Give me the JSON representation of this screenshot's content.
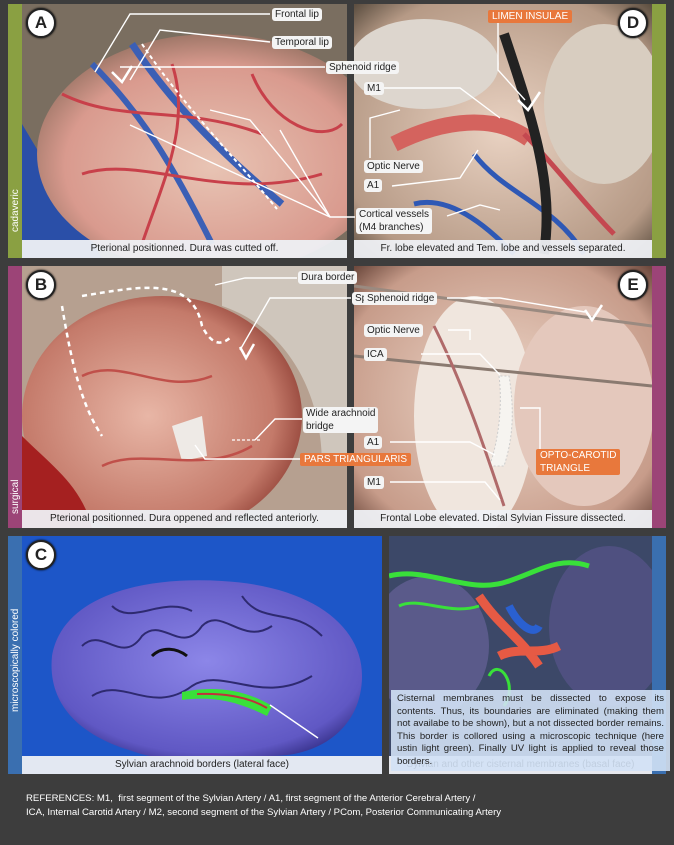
{
  "side_labels": {
    "cadaveric": "cadaveric",
    "surgical": "surgical",
    "colored": "microscopically colored"
  },
  "panels": {
    "A": {
      "letter": "A",
      "caption": "Pterional positionned. Dura was cutted off.",
      "labels": {
        "frontal_lip": "Frontal lip",
        "temporal_lip": "Temporal lip",
        "sphenoid": "Sphenoid ridge",
        "cortical": "Cortical vessels\n(M4 branches)"
      }
    },
    "D": {
      "letter": "D",
      "caption": "Fr. lobe elevated and Tem. lobe and vessels separated.",
      "labels": {
        "limen": "LIMEN INSULAE",
        "m1": "M1",
        "optic": "Optic Nerve",
        "a1": "A1"
      }
    },
    "B": {
      "letter": "B",
      "caption": "Pterional positionned. Dura oppened and reflected anteriorly.",
      "labels": {
        "dura": "Dura border",
        "sphenoid": "Sphenoid ridge",
        "arachnoid": "Wide arachnoid\nbridge",
        "pars": "PARS TRIANGULARIS"
      }
    },
    "E": {
      "letter": "E",
      "caption": "Frontal Lobe elevated. Distal Sylvian Fissure dissected.",
      "labels": {
        "optic": "Optic Nerve",
        "ica": "ICA",
        "a1": "A1",
        "m1": "M1",
        "opto": "OPTO-CAROTID\nTRIANGLE"
      }
    },
    "C": {
      "letter": "C",
      "caption_left": "Sylvian arachnoid borders (lateral face)",
      "caption_right": "Sylvian and other cisternal membranes (basal face)",
      "note": "Cisternal membranes must be dissected to expose its contents. Thus, its boundaries are eliminated (making them not availabe to be shown), but a not dissected border remains. This border is collored using a microscopic technique (here ustin light green). Finally UV light is applied to reveal those borders."
    }
  },
  "references": "REFERENCES: M1,  first segment of the Sylvian Artery / A1, first segment of the Anterior Cerebral Artery /\nICA, Internal Carotid Artery / M2, second segment of the Sylvian Artery / PCom, Posterior Communicating Artery",
  "colors": {
    "background": "#3d3d3d",
    "cadaveric_strip": "#8aa042",
    "surgical_strip": "#9c4477",
    "colored_strip": "#3a6fb0",
    "label_orange": "#e8783c",
    "highlight_green": "#39e03a"
  }
}
